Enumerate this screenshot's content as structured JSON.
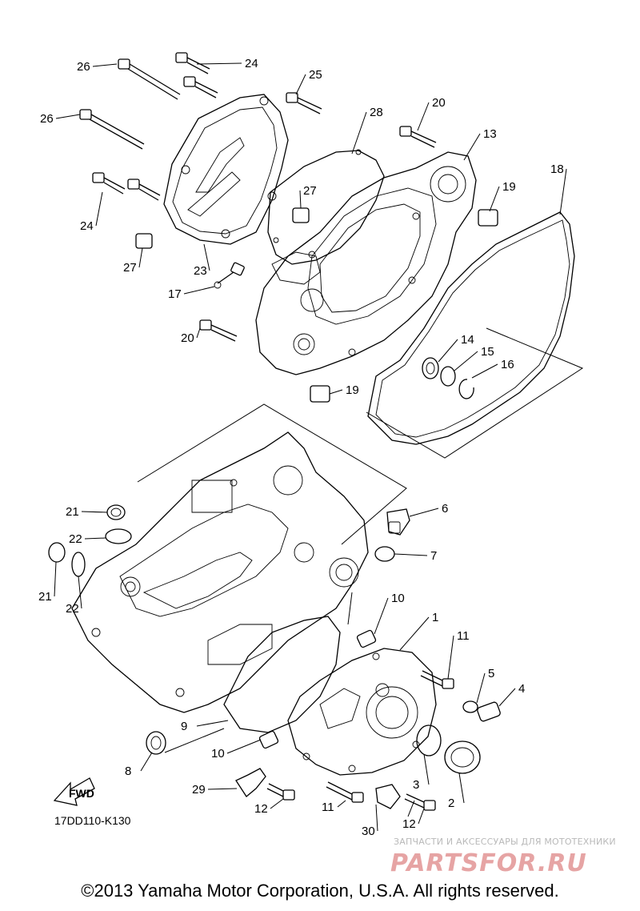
{
  "diagram": {
    "callouts": [
      {
        "n": "26"
      },
      {
        "n": "24"
      },
      {
        "n": "25"
      },
      {
        "n": "26"
      },
      {
        "n": "28"
      },
      {
        "n": "20"
      },
      {
        "n": "13"
      },
      {
        "n": "18"
      },
      {
        "n": "27"
      },
      {
        "n": "19"
      },
      {
        "n": "24"
      },
      {
        "n": "27"
      },
      {
        "n": "23"
      },
      {
        "n": "17"
      },
      {
        "n": "20"
      },
      {
        "n": "14"
      },
      {
        "n": "15"
      },
      {
        "n": "16"
      },
      {
        "n": "19"
      },
      {
        "n": "21"
      },
      {
        "n": "22"
      },
      {
        "n": "6"
      },
      {
        "n": "7"
      },
      {
        "n": "21"
      },
      {
        "n": "22"
      },
      {
        "n": "10"
      },
      {
        "n": "1"
      },
      {
        "n": "11"
      },
      {
        "n": "5"
      },
      {
        "n": "4"
      },
      {
        "n": "9"
      },
      {
        "n": "10"
      },
      {
        "n": "8"
      },
      {
        "n": "3"
      },
      {
        "n": "29"
      },
      {
        "n": "12"
      },
      {
        "n": "11"
      },
      {
        "n": "2"
      },
      {
        "n": "30"
      },
      {
        "n": "12"
      }
    ],
    "fwd_label": "FWD",
    "drawing_code": "17DD110-K130"
  },
  "watermark": {
    "tagline": "ЗАПЧАСТИ И АКСЕССУАРЫ ДЛЯ МОТОТЕХНИКИ",
    "logo_text": "PARTSFOR.RU"
  },
  "footer": {
    "copyright": "©2013 Yamaha Motor Corporation, U.S.A. All rights reserved."
  }
}
